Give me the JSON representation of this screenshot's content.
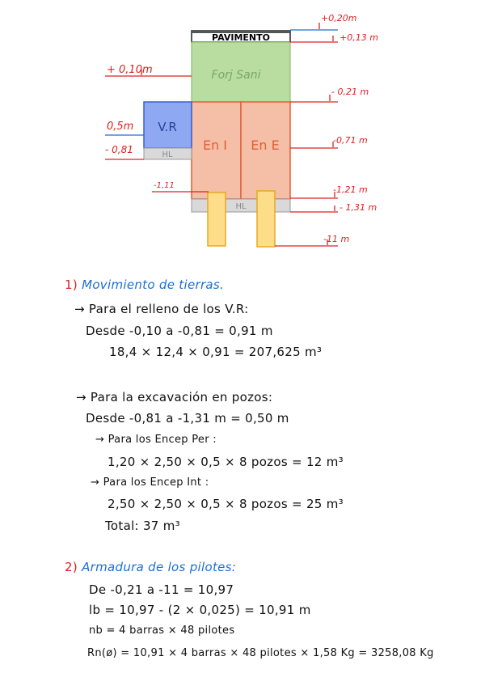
{
  "diagram": {
    "pavimento": "PAVIMENTO",
    "forjado": "Forj Sani",
    "viga_riostra": "V.R",
    "encepado_izq": "En I",
    "encepado_der": "En E",
    "hl_small": "HL",
    "hl_bottom": "HL",
    "levels": {
      "top_020": "+0,20m",
      "top_013": "+0,13 m",
      "left_010": "+ 0,10m",
      "right_021": "- 0,21 m",
      "left_05": "0,5m",
      "left_081": "- 0,81",
      "right_071": "-0,71 m",
      "left_111": "-1,11",
      "right_121": "-1,21 m",
      "right_131": "- 1,31 m",
      "right_11": "-11 m"
    },
    "colors": {
      "forjado": "#b9dca0",
      "encepado": "#f5bea6",
      "viga": "#8fa8f2",
      "pilote": "#fddc8a",
      "hl": "#d9d9d9",
      "dim_red": "#e02020",
      "dim_blue": "#1a6fd6"
    }
  },
  "sections": {
    "s1": {
      "num": "1)",
      "title": "Movimiento de tierras.",
      "l1": "→ Para el relleno de los V.R:",
      "l2": "Desde -0,10 a -0,81 = 0,91 m",
      "l3": "18,4 × 12,4 × 0,91 = 207,625 m³",
      "l4": "→ Para la excavación en pozos:",
      "l5": "Desde -0,81 a -1,31 m = 0,50 m",
      "l6": "→ Para los Encep Per :",
      "l7": "1,20 × 2,50 × 0,5 × 8 pozos = 12 m³",
      "l8": "→ Para los Encep Int :",
      "l9": "2,50 × 2,50 × 0,5 × 8 pozos = 25 m³",
      "l10": "Total: 37 m³"
    },
    "s2": {
      "num": "2)",
      "title": "Armadura de los pilotes:",
      "l1": "De -0,21 a -11 = 10,97",
      "l2": "lb = 10,97 - (2 × 0,025) = 10,91 m",
      "l3": "nb = 4 barras × 48 pilotes",
      "l4": "Rn(ø) = 10,91 × 4 barras × 48 pilotes × 1,58 Kg = 3258,08 Kg"
    }
  }
}
